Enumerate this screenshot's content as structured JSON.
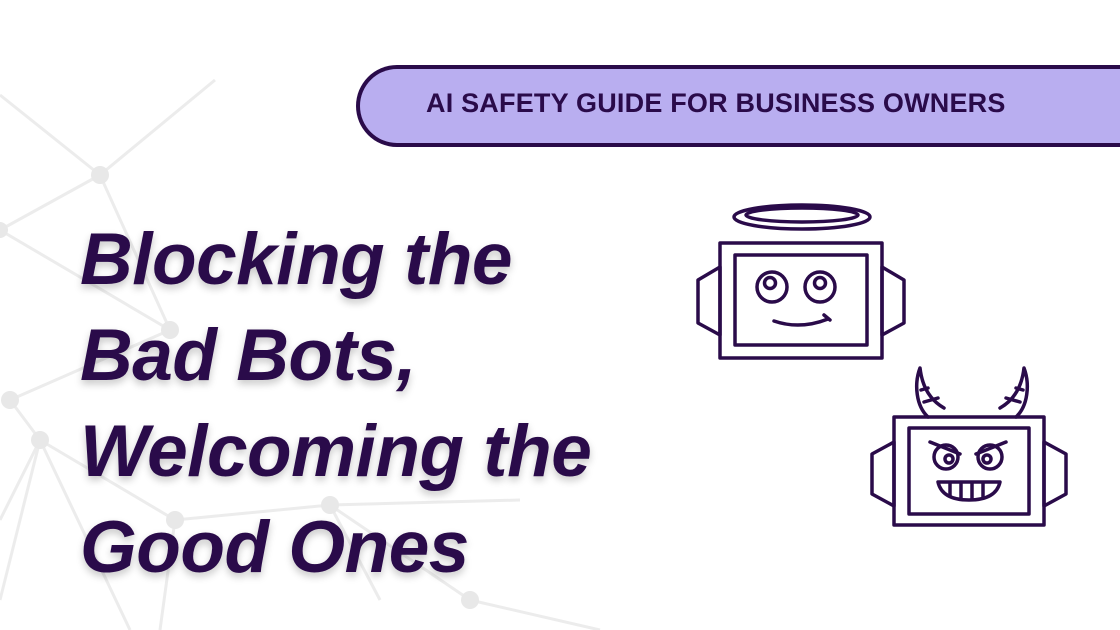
{
  "banner": {
    "label": "AI SAFETY GUIDE FOR BUSINESS OWNERS"
  },
  "headline": {
    "lines": [
      "Blocking the",
      "Bad Bots,",
      "Welcoming the",
      "Good Ones"
    ]
  },
  "illustrations": {
    "good_robot": "angel-robot-icon",
    "bad_robot": "devil-robot-icon"
  },
  "colors": {
    "ink": "#2a0b4a",
    "banner_fill": "#b9aef0",
    "background": "#ffffff",
    "network": "#eaeaea"
  }
}
